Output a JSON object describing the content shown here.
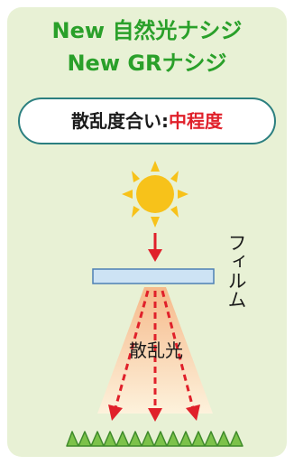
{
  "title_line1": "New 自然光ナシジ",
  "title_line2": "New GRナシジ",
  "scatter_degree_label": "散乱度合い:",
  "scatter_degree_value": "中程度",
  "film_label": "フィルム",
  "scattered_light_label": "散乱光",
  "colors": {
    "title_green": "#2aa02a",
    "card_bg": "#e8f1d5",
    "accent_red": "#e0202a",
    "sun": "#f7c21a",
    "film": "#cde3f4",
    "grass": "#7cc24a"
  }
}
